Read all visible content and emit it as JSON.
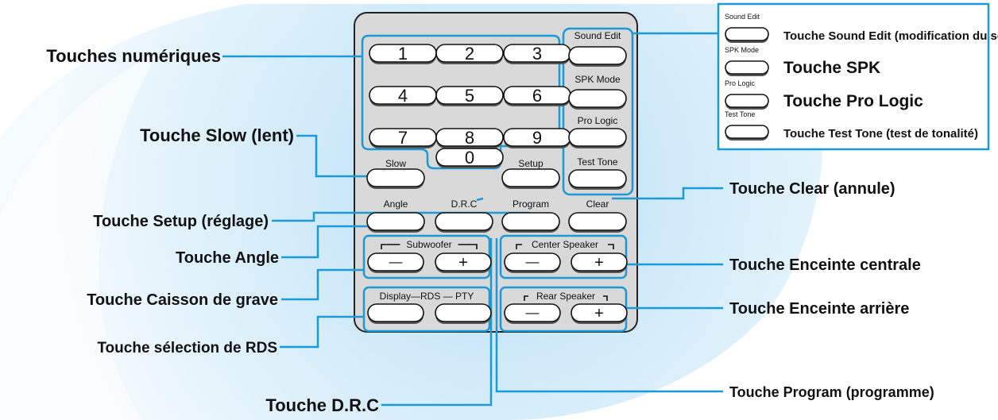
{
  "left_labels": {
    "numeric": "Touches numériques",
    "slow": "Touche Slow (lent)",
    "setup": "Touche Setup (réglage)",
    "angle": "Touche Angle",
    "subwoofer": "Touche Caisson de grave",
    "rds": "Touche sélection de RDS",
    "drc": "Touche D.R.C"
  },
  "right_labels": {
    "clear": "Touche Clear (annule)",
    "center": "Touche Enceinte centrale",
    "rear": "Touche Enceinte arrière",
    "program": "Touche Program (programme)"
  },
  "keys": {
    "digits": [
      "1",
      "2",
      "3",
      "4",
      "5",
      "6",
      "7",
      "8",
      "9",
      "0"
    ],
    "slow": "Slow",
    "setup": "Setup",
    "sound_edit": "Sound Edit",
    "spk_mode": "SPK Mode",
    "pro_logic": "Pro Logic",
    "test_tone": "Test Tone",
    "angle": "Angle",
    "drc": "D.R.C",
    "program": "Program",
    "clear": "Clear",
    "subwoofer": "Subwoofer",
    "center_speaker": "Center Speaker",
    "rear_speaker": "Rear Speaker",
    "display": "Display",
    "rds": "RDS",
    "pty": "PTY",
    "minus": "—",
    "plus": "+"
  },
  "legend": {
    "items": [
      {
        "small": "Sound Edit",
        "label": "Touche Sound Edit (modification du son)"
      },
      {
        "small": "SPK Mode",
        "label": "Touche SPK"
      },
      {
        "small": "Pro Logic",
        "label": "Touche Pro Logic"
      },
      {
        "small": "Test Tone",
        "label": "Touche Test Tone (test de tonalité)"
      }
    ]
  },
  "colors": {
    "line": "#1a9ad6",
    "remote_body": "#d9d9d9",
    "glow": "#cfe9f8"
  }
}
